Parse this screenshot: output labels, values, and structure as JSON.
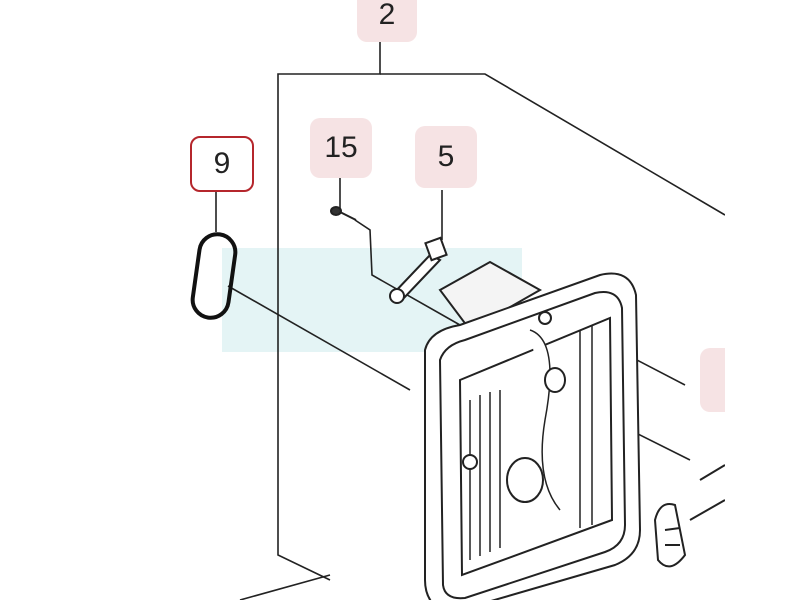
{
  "diagram": {
    "callouts": [
      {
        "id": "callout-2",
        "label": "2"
      },
      {
        "id": "callout-9",
        "label": "9",
        "selected": true
      },
      {
        "id": "callout-15",
        "label": "15"
      },
      {
        "id": "callout-5",
        "label": "5"
      }
    ],
    "colors": {
      "callout_bg": "#f6e3e4",
      "selected_border": "#b5262c",
      "highlight_band": "#e4f4f5",
      "line": "#222222"
    }
  }
}
